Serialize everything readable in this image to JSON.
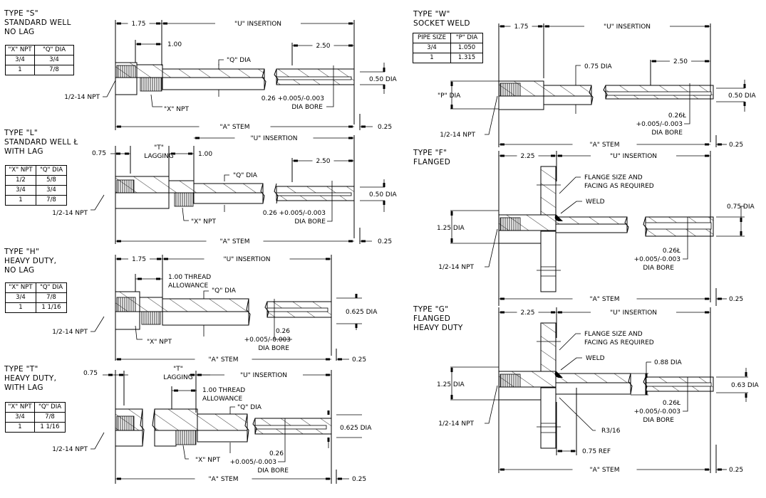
{
  "sections": [
    {
      "id": "S",
      "title_lines": [
        "TYPE \"S\"",
        "STANDARD WELL",
        "NO LAG"
      ],
      "table": {
        "headers": [
          "\"X\" NPT",
          "\"Q\" DIA"
        ],
        "rows": [
          [
            "3/4",
            "3/4"
          ],
          [
            "1",
            "7/8"
          ]
        ]
      },
      "dims": {
        "d1": "1.75",
        "d2": "1.00",
        "insertion": "\"U\" INSERTION",
        "tip_len": "2.50",
        "q_dia": "\"Q\" DIA",
        "tip_dia": "0.50 DIA",
        "bore1": "0.26 +0.005/-0.003",
        "bore2": "DIA BORE",
        "x_npt": "\"X\" NPT",
        "npt": "1/2-14 NPT",
        "stem": "\"A\" STEM",
        "end": "0.25"
      }
    },
    {
      "id": "L",
      "title_lines": [
        "TYPE \"L\"",
        "STANDARD WELL Ł",
        "WITH LAG"
      ],
      "table": {
        "headers": [
          "\"X\" NPT",
          "\"Q\" DIA"
        ],
        "rows": [
          [
            "1/2",
            "5/8"
          ],
          [
            "3/4",
            "3/4"
          ],
          [
            "1",
            "7/8"
          ]
        ]
      },
      "dims": {
        "d0": "0.75",
        "lag1": "\"T\"",
        "lag2": "LAGGING",
        "d2": "1.00",
        "insertion": "\"U\" INSERTION",
        "tip_len": "2.50",
        "q_dia": "\"Q\" DIA",
        "tip_dia": "0.50 DIA",
        "bore1": "0.26 +0.005/-0.003",
        "bore2": "DIA BORE",
        "x_npt": "\"X\" NPT",
        "npt": "1/2-14 NPT",
        "stem": "\"A\" STEM",
        "end": "0.25"
      }
    },
    {
      "id": "H",
      "title_lines": [
        "TYPE \"H\"",
        "HEAVY DUTY,",
        "NO LAG"
      ],
      "table": {
        "headers": [
          "\"X\" NPT",
          "\"Q\" DIA"
        ],
        "rows": [
          [
            "3/4",
            "7/8"
          ],
          [
            "1",
            "1 1/16"
          ]
        ]
      },
      "dims": {
        "d1": "1.75",
        "thread1": "1.00 THREAD",
        "thread2": "ALLOWANCE",
        "insertion": "\"U\" INSERTION",
        "q_dia": "\"Q\" DIA",
        "tip_dia": "0.625 DIA",
        "bore0": "0.26",
        "bore1": "+0.005/-0.003",
        "bore2": "DIA BORE",
        "x_npt": "\"X\" NPT",
        "npt": "1/2-14 NPT",
        "stem": "\"A\" STEM",
        "end": "0.25"
      }
    },
    {
      "id": "T",
      "title_lines": [
        "TYPE \"T\"",
        "HEAVY DUTY,",
        "WITH LAG"
      ],
      "table": {
        "headers": [
          "\"X\" NPT",
          "\"Q\" DIA"
        ],
        "rows": [
          [
            "3/4",
            "7/8"
          ],
          [
            "1",
            "1 1/16"
          ]
        ]
      },
      "dims": {
        "d0": "0.75",
        "lag1": "\"T\"",
        "lag2": "LAGGING",
        "thread1": "1.00 THREAD",
        "thread2": "ALLOWANCE",
        "insertion": "\"U\" INSERTION",
        "q_dia": "\"Q\" DIA",
        "tip_dia": "0.625 DIA",
        "bore0": "0.26",
        "bore1": "+0.005/-0.003",
        "bore2": "DIA BORE",
        "x_npt": "\"X\" NPT",
        "npt": "1/2-14 NPT",
        "stem": "\"A\" STEM",
        "end": "0.25"
      }
    },
    {
      "id": "W",
      "title_lines": [
        "TYPE \"W\"",
        "SOCKET WELD"
      ],
      "table": {
        "headers": [
          "PIPE SIZE",
          "\"P\" DIA"
        ],
        "rows": [
          [
            "3/4",
            "1.050"
          ],
          [
            "1",
            "1.315"
          ]
        ]
      },
      "dims": {
        "d1": "1.75",
        "insertion": "\"U\" INSERTION",
        "tip_len": "2.50",
        "shank_dia": "0.75 DIA",
        "p_dia": "\"P\" DIA",
        "tip_dia": "0.50 DIA",
        "bore0": "0.26Ł",
        "bore1": "+0.005/-0.003",
        "bore2": "DIA BORE",
        "npt": "1/2-14 NPT",
        "stem": "\"A\" STEM",
        "end": "0.25"
      }
    },
    {
      "id": "F",
      "title_lines": [
        "TYPE \"F\"",
        "FLANGED"
      ],
      "dims": {
        "d1": "2.25",
        "insertion": "\"U\" INSERTION",
        "flange1": "FLANGE SIZE AND",
        "flange2": "FACING AS REQUIRED",
        "weld": "WELD",
        "hub_dia": "1.25 DIA",
        "tip_dia": "0.75 DIA",
        "bore0": "0.26Ł",
        "bore1": "+0.005/-0.003",
        "bore2": "DIA BORE",
        "npt": "1/2-14 NPT",
        "stem": "\"A\" STEM",
        "end": "0.25"
      }
    },
    {
      "id": "G",
      "title_lines": [
        "TYPE \"G\"",
        "FLANGED",
        "HEAVY DUTY"
      ],
      "dims": {
        "d1": "2.25",
        "insertion": "\"U\" INSERTION",
        "flange1": "FLANGE SIZE AND",
        "flange2": "FACING AS REQUIRED",
        "weld": "WELD",
        "hub_dia": "1.25 DIA",
        "shank_dia": "0.88 DIA",
        "tip_dia": "0.63 DIA",
        "bore0": "0.26Ł",
        "bore1": "+0.005/-0.003",
        "bore2": "DIA BORE",
        "radius": "R3/16",
        "ref": "0.75 REF",
        "npt": "1/2-14 NPT",
        "stem": "\"A\" STEM",
        "end": "0.25"
      }
    }
  ]
}
